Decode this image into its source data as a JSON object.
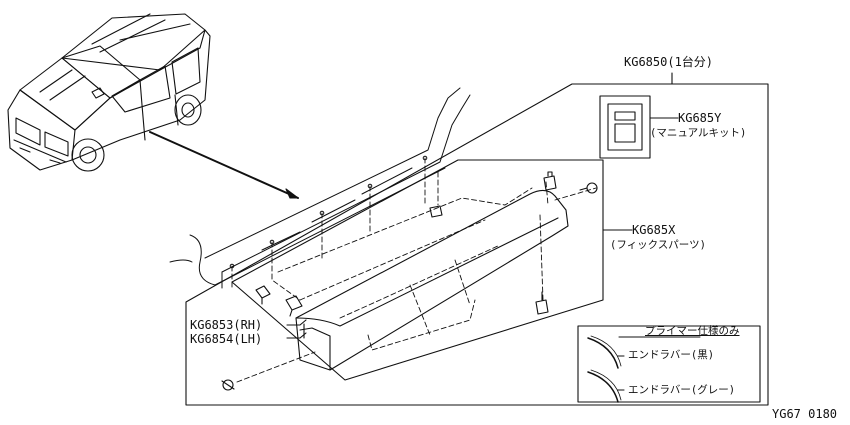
{
  "labels": {
    "kit_code": "KG6850(1台分)",
    "manual_code": "KG685Y",
    "manual_name": "(マニュアルキット)",
    "fix_code": "KG685X",
    "fix_name": "(フィックスパーツ)",
    "rh_code": "KG6853(RH)",
    "lh_code": "KG6854(LH)",
    "figure_id": "YG67 0180"
  },
  "legend": {
    "title": "プライマー仕様のみ",
    "item_black": "エンドラバー(黒)",
    "item_gray": "エンドラバー(グレー)"
  },
  "colors": {
    "line": "#111111",
    "background": "#ffffff"
  }
}
